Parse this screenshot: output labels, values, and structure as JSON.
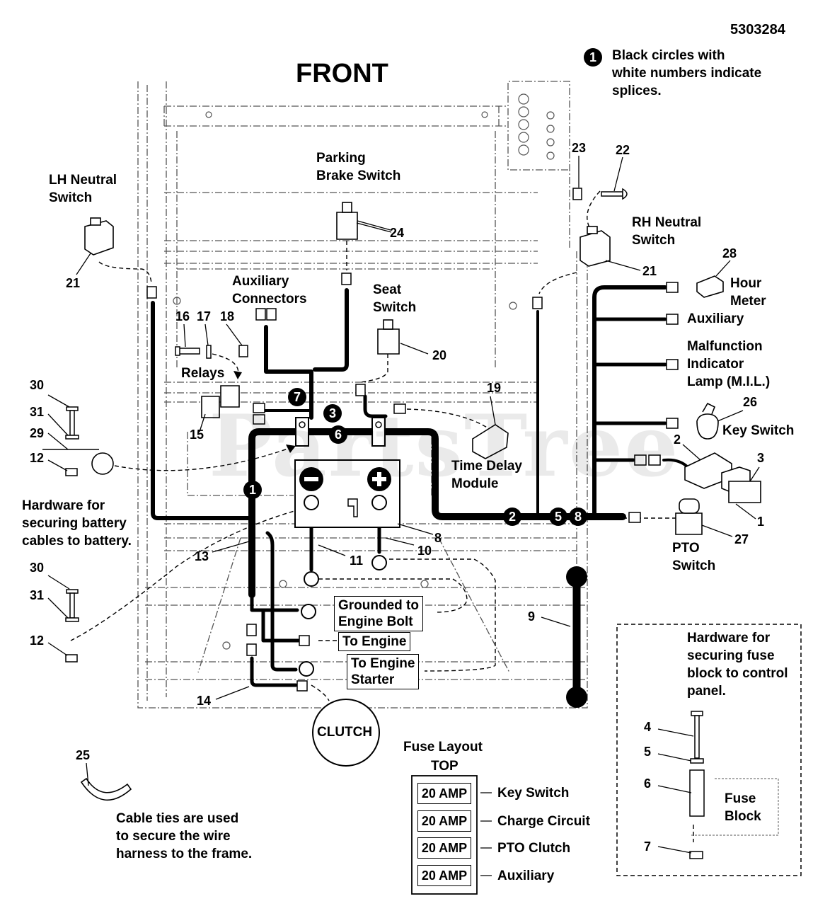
{
  "diagram": {
    "part_number": "5303284",
    "title": "FRONT",
    "legend": {
      "splice_symbol": "1",
      "text": "Black circles with\nwhite numbers indicate\nsplices."
    },
    "watermark": "PartsTree",
    "labels": {
      "lh_neutral": "LH Neutral\nSwitch",
      "parking_brake": "Parking\nBrake Switch",
      "rh_neutral": "RH Neutral\nSwitch",
      "aux_connectors": "Auxiliary\nConnectors",
      "seat_switch": "Seat\nSwitch",
      "relays": "Relays",
      "hour_meter": "Hour\nMeter",
      "auxiliary": "Auxiliary",
      "mil": "Malfunction\nIndicator\nLamp (M.I.L.)",
      "key_switch": "Key Switch",
      "time_delay": "Time Delay\nModule",
      "pto_switch": "PTO\nSwitch",
      "hw_battery": "Hardware for\nsecuring battery\ncables to battery.",
      "hw_fuse": "Hardware for\nsecuring fuse\nblock to control\npanel.",
      "fuse_block": "Fuse\nBlock",
      "clutch": "CLUTCH",
      "cable_ties": "Cable ties are used\nto secure the wire\nharness to the frame."
    },
    "boxes": {
      "grounded": "Grounded to\nEngine Bolt",
      "to_engine": "To Engine",
      "to_starter": "To Engine\nStarter"
    },
    "splices": [
      "1",
      "2",
      "3",
      "5",
      "6",
      "7",
      "8"
    ],
    "callouts": {
      "n1": "1",
      "n2": "2",
      "n3": "3",
      "n4": "4",
      "n5": "5",
      "n6": "6",
      "n7": "7",
      "n8": "8",
      "n9": "9",
      "n10": "10",
      "n11": "11",
      "n12a": "12",
      "n12b": "12",
      "n13": "13",
      "n14": "14",
      "n15": "15",
      "n16": "16",
      "n17": "17",
      "n18": "18",
      "n19": "19",
      "n20": "20",
      "n21a": "21",
      "n21b": "21",
      "n22": "22",
      "n23": "23",
      "n24": "24",
      "n25": "25",
      "n26": "26",
      "n27": "27",
      "n28": "28",
      "n29": "29",
      "n30a": "30",
      "n30b": "30",
      "n31a": "31",
      "n31b": "31"
    },
    "fuse_layout": {
      "title": "Fuse Layout",
      "subtitle": "TOP",
      "fuses": [
        {
          "rating": "20 AMP",
          "circuit": "Key Switch"
        },
        {
          "rating": "20 AMP",
          "circuit": "Charge Circuit"
        },
        {
          "rating": "20 AMP",
          "circuit": "PTO Clutch"
        },
        {
          "rating": "20 AMP",
          "circuit": "Auxiliary"
        }
      ]
    }
  }
}
